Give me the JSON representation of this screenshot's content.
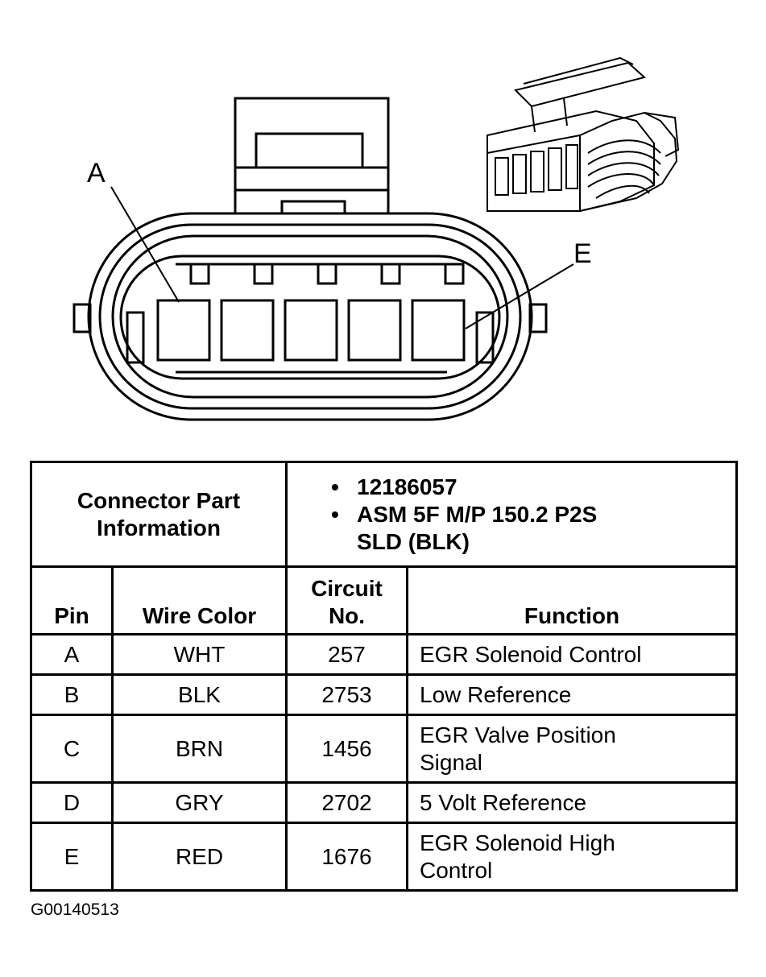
{
  "diagram": {
    "pin_labels": [
      "A",
      "E"
    ]
  },
  "table": {
    "part_info_header": [
      "Connector Part",
      "Information"
    ],
    "part_info": [
      [
        "12186057"
      ],
      [
        "ASM 5F M/P 150.2 P2S",
        "SLD (BLK)"
      ]
    ],
    "columns": {
      "pin": "Pin",
      "wire_color": "Wire Color",
      "circuit": [
        "Circuit",
        "No."
      ],
      "function": "Function"
    },
    "rows": [
      {
        "pin": "A",
        "color": "WHT",
        "circuit": "257",
        "function": [
          "EGR Solenoid Control"
        ]
      },
      {
        "pin": "B",
        "color": "BLK",
        "circuit": "2753",
        "function": [
          "Low Reference"
        ]
      },
      {
        "pin": "C",
        "color": "BRN",
        "circuit": "1456",
        "function": [
          "EGR Valve Position",
          "Signal"
        ]
      },
      {
        "pin": "D",
        "color": "GRY",
        "circuit": "2702",
        "function": [
          "5 Volt Reference"
        ]
      },
      {
        "pin": "E",
        "color": "RED",
        "circuit": "1676",
        "function": [
          "EGR Solenoid High",
          "Control"
        ]
      }
    ]
  },
  "figure_id": "G00140513"
}
